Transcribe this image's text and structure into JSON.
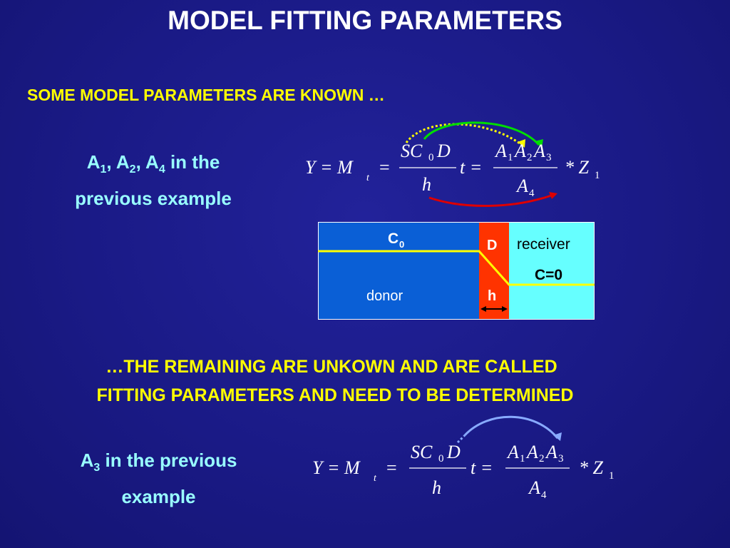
{
  "slide": {
    "title": "MODEL FITTING PARAMETERS",
    "known_heading": "SOME MODEL PARAMETERS ARE KNOWN …",
    "known_note": {
      "a": "A",
      "s1": "1",
      "comma1": ", A",
      "s2": "2",
      "comma2": ", A",
      "s3": "4",
      "rest": " in the",
      "line2": "previous example"
    },
    "unknown_heading_line1": "…THE REMAINING ARE UNKOWN  AND ARE CALLED",
    "unknown_heading_line2": "FITTING PARAMETERS AND NEED TO BE DETERMINED",
    "unknown_note": {
      "a": "A",
      "s1": "3",
      "rest": " in the previous",
      "line2": "example"
    }
  },
  "equation": {
    "lhs": "Y = M",
    "lhs_sub": "t",
    "eq": "=",
    "num1": "SC",
    "num1_sub": "0",
    "num1_end": "D",
    "den1": "h",
    "t_eq": "t =",
    "num2_a1": "A",
    "num2_s1": "1",
    "num2_a2": "A",
    "num2_s2": "2",
    "num2_a3": "A",
    "num2_s3": "3",
    "den2": "A",
    "den2_sub": "4",
    "tail": "* Z",
    "tail_sub": "1"
  },
  "diagram": {
    "c0_label": "C",
    "c0_sub": "0",
    "d_label": "D",
    "receiver_label": "receiver",
    "c_eq_label": "C=0",
    "donor_label": "donor",
    "h_label": "h",
    "colors": {
      "donor": "#0a5fd6",
      "membrane": "#ff3300",
      "receiver": "#66ffff",
      "line": "#ffff00"
    }
  },
  "arrows": {
    "colors": {
      "yellow": "#ffff00",
      "green": "#00dd00",
      "red": "#dd0000",
      "blue": "#88aaff"
    }
  }
}
